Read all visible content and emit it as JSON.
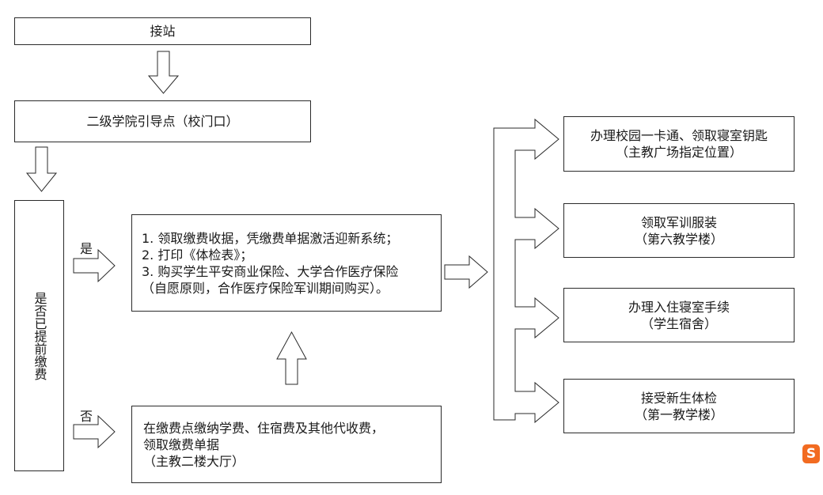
{
  "nodes": {
    "jiezhan": "接站",
    "college": "二级学院引导点（校门口）",
    "decision": "是否已提前缴费",
    "yes_label": "是",
    "no_label": "否",
    "prepaid": {
      "lines": [
        "1. 领取缴费收据，凭缴费单据激活迎新系统；",
        "2. 打印《体检表》；",
        "3. 购买学生平安商业保险、大学合作医疗保险",
        "（自愿原则，合作医疗保险军训期间购买）。"
      ]
    },
    "unpaid": {
      "lines": [
        "在缴费点缴纳学费、住宿费及其他代收费，",
        "领取缴费单据",
        "（主教二楼大厅）"
      ]
    },
    "right": [
      {
        "title": "办理校园一卡通、领取寝室钥匙",
        "location": "（主教广场指定位置）"
      },
      {
        "title": "领取军训服装",
        "location": "（第六教学楼）"
      },
      {
        "title": "办理入住寝室手续",
        "location": "（学生宿舍）"
      },
      {
        "title": "接受新生体检",
        "location": "（第一教学楼）"
      }
    ]
  },
  "watermark": {
    "letter": "S",
    "color": "#f26b21"
  }
}
